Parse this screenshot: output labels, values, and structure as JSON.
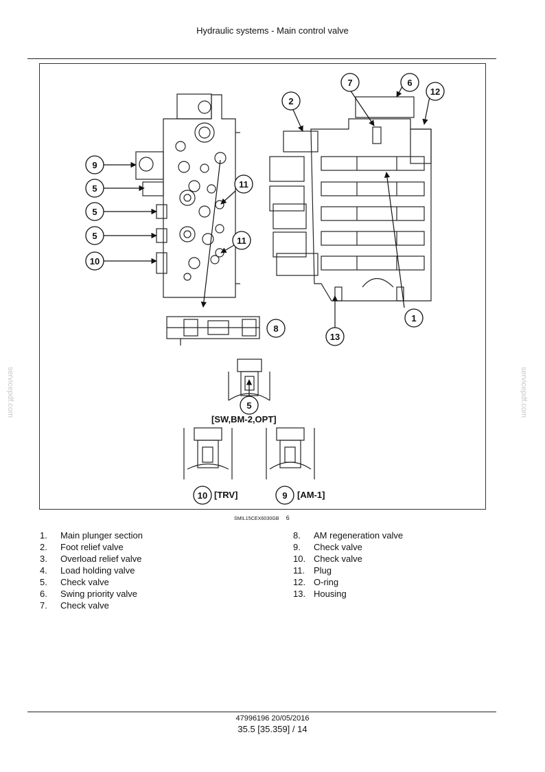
{
  "header": {
    "title": "Hydraulic systems - Main control valve"
  },
  "figure": {
    "caption_code": "SMIL15CEX6030GB",
    "caption_number": "6",
    "callouts": {
      "c7": "7",
      "c6": "6",
      "c12": "12",
      "c2": "2",
      "c9": "9",
      "c5a": "5",
      "c5b": "5",
      "c5c": "5",
      "c10": "10",
      "c11a": "11",
      "c11b": "11",
      "c8": "8",
      "c13": "13",
      "c1": "1",
      "c5d": "5",
      "c10b": "10",
      "c9b": "9"
    },
    "tags": {
      "sw": "[SW,BM-2,OPT]",
      "trv": "[TRV]",
      "am": "[AM-1]"
    }
  },
  "watermark": "servicepdf.com",
  "legend": {
    "left": [
      {
        "n": "1.",
        "label": "Main plunger section"
      },
      {
        "n": "2.",
        "label": "Foot relief valve"
      },
      {
        "n": "3.",
        "label": "Overload relief valve"
      },
      {
        "n": "4.",
        "label": "Load holding valve"
      },
      {
        "n": "5.",
        "label": "Check valve"
      },
      {
        "n": "6.",
        "label": "Swing priority valve"
      },
      {
        "n": "7.",
        "label": "Check valve"
      }
    ],
    "right": [
      {
        "n": "8.",
        "label": "AM regeneration valve"
      },
      {
        "n": "9.",
        "label": "Check valve"
      },
      {
        "n": "10.",
        "label": "Check valve"
      },
      {
        "n": "11.",
        "label": "Plug"
      },
      {
        "n": "12.",
        "label": "O-ring"
      },
      {
        "n": "13.",
        "label": "Housing"
      }
    ]
  },
  "footer": {
    "doc_id": "47996196 20/05/2016",
    "page_ref": "35.5 [35.359] / 14"
  }
}
